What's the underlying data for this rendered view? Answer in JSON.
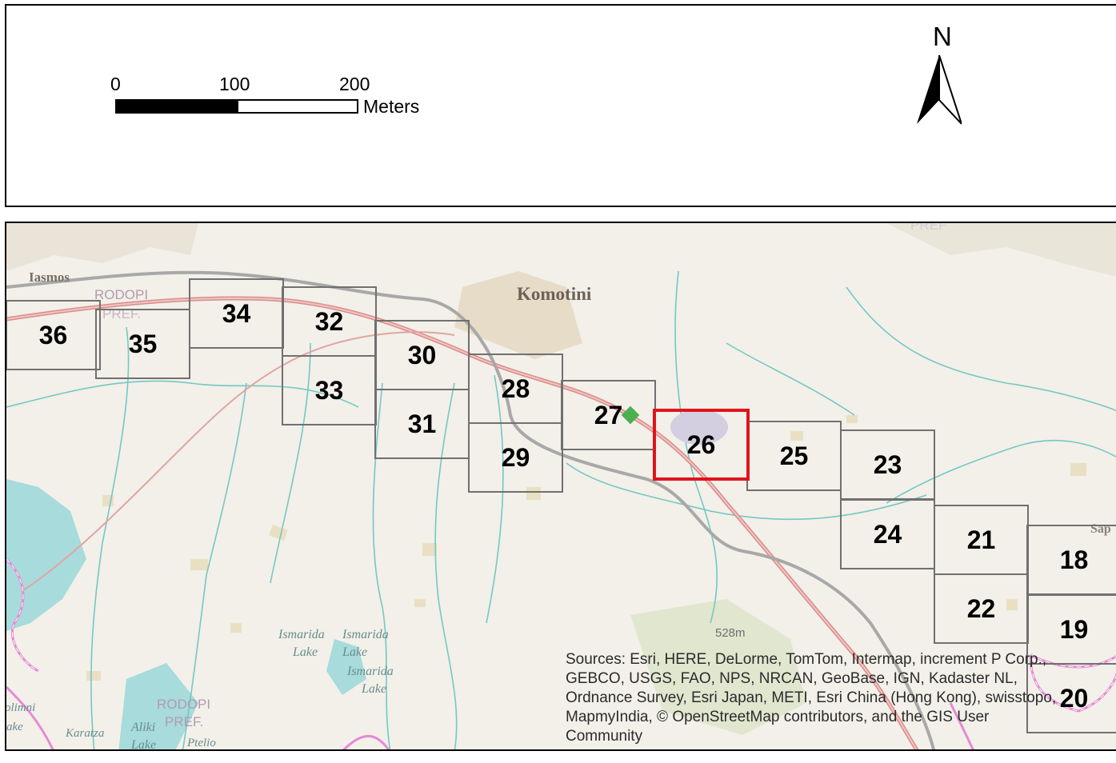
{
  "scale_bar": {
    "ticks": [
      "0",
      "100",
      "200"
    ],
    "unit": "Meters"
  },
  "north_arrow": {
    "label": "N",
    "icon": "north-arrow-icon"
  },
  "map": {
    "place_labels": {
      "komotini": "Komotini",
      "iasmos": "Iasmos",
      "rodopi_pref_top": [
        "RODOPI",
        "PREF."
      ],
      "rodopi_pref_bottom": [
        "RODOPI",
        "PREF."
      ],
      "ismarida_lake_1": [
        "Ismarida",
        "Lake"
      ],
      "ismarida_lake_2": [
        "Ismarida",
        "Lake"
      ],
      "ismarida_lake_3": [
        "Ismarida",
        "Lake"
      ],
      "aliki_lake": [
        "Aliki",
        "Lake"
      ],
      "karatza": "Karatza",
      "ptelio": "Ptelio",
      "vlimni": "olimni",
      "lake_edge": "ake",
      "sap": "Sap",
      "pref_faded": "PREF",
      "elevation": "528m"
    },
    "grid_cells": [
      "36",
      "35",
      "34",
      "32",
      "33",
      "30",
      "31",
      "28",
      "29",
      "27",
      "26",
      "25",
      "23",
      "24",
      "21",
      "22",
      "18",
      "19",
      "20"
    ],
    "highlighted_cell": "26",
    "highlight_color": "#e0141b",
    "attribution": [
      "Sources: Esri, HERE, DeLorme, TomTom, Intermap, increment P Corp.,",
      "GEBCO, USGS, FAO, NPS, NRCAN, GeoBase, IGN, Kadaster NL,",
      "Ordnance Survey, Esri Japan, METI, Esri China (Hong Kong), swisstopo,",
      "MapmyIndia, © OpenStreetMap contributors, and the GIS User",
      "Community"
    ]
  }
}
